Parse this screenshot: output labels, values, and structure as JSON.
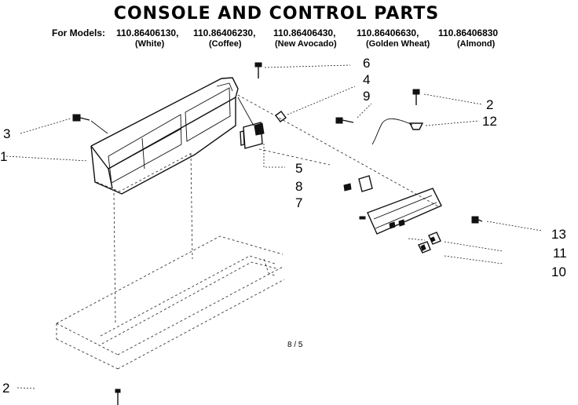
{
  "header": {
    "title": "CONSOLE AND CONTROL PARTS",
    "models_prefix": "For Models:",
    "models": [
      "110.86406130,",
      "110.86406230,",
      "110.86406430,",
      "110.86406630,",
      "110.86406830"
    ],
    "colors": [
      "(White)",
      "(Coffee)",
      "(New Avocado)",
      "(Golden Wheat)",
      "(Almond)"
    ]
  },
  "callouts": {
    "c1": "1",
    "c2a": "2",
    "c2b": "2",
    "c3": "3",
    "c4": "4",
    "c5": "5",
    "c6": "6",
    "c7": "7",
    "c8": "8",
    "c9": "9",
    "c10": "10",
    "c11": "11",
    "c12": "12",
    "c13": "13"
  },
  "page_ref": "8 / 5",
  "icons": [
    "screw-icon",
    "clip-icon",
    "switch-icon",
    "knob-icon"
  ]
}
